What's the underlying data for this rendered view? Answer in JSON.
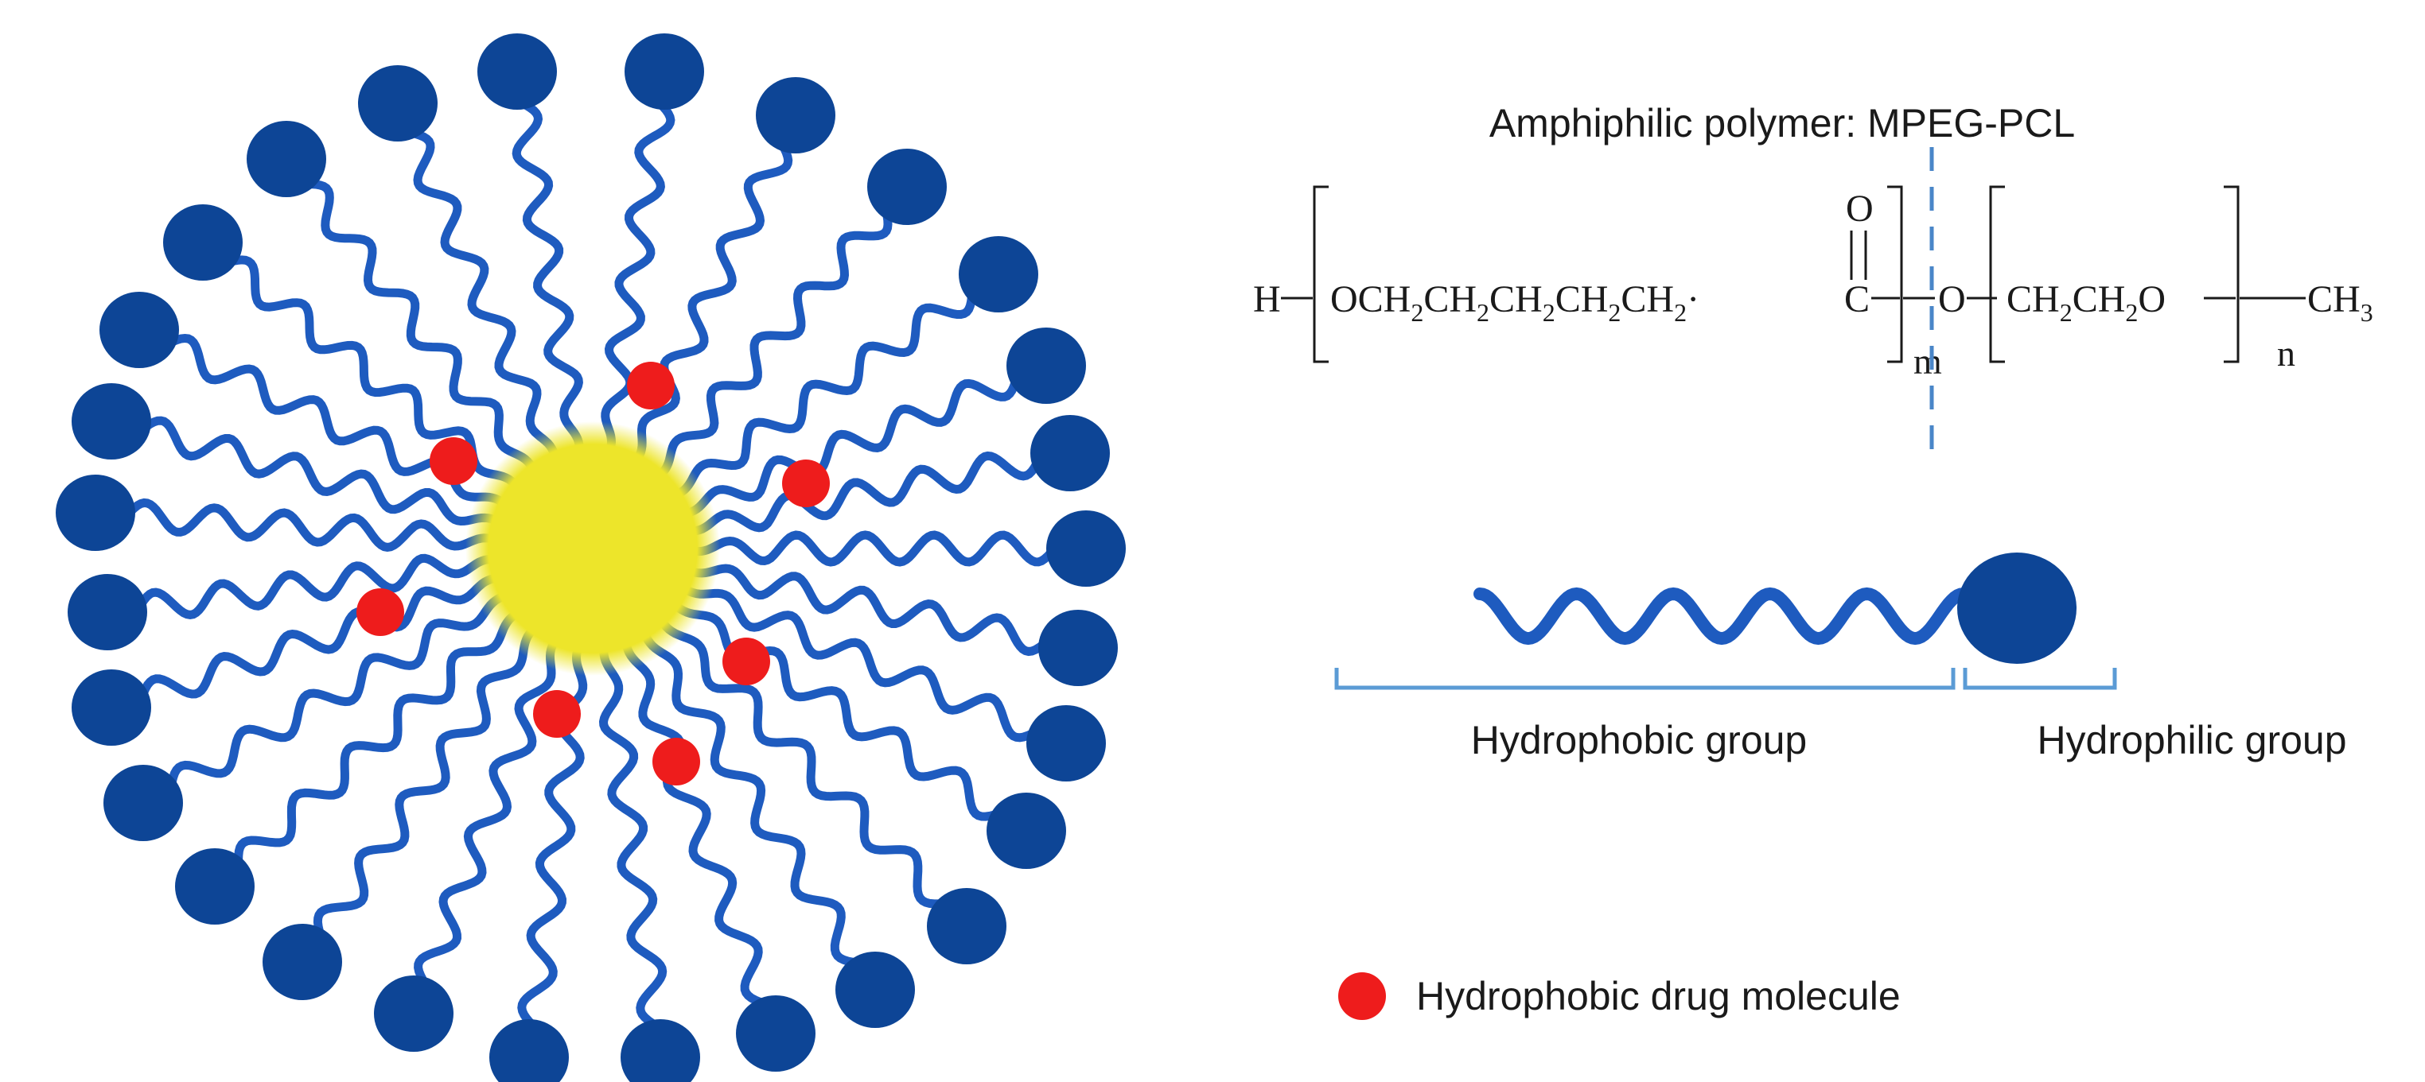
{
  "formula": {
    "title": "Amphiphilic polymer: MPEG-PCL",
    "h": "H",
    "pcl_unit": "OCH2CH2CH2CH2CH2",
    "carbonyl_c": "C",
    "carbonyl_o": "O",
    "subscript_m": "m",
    "ether_o": "O",
    "peg_unit": "CH2CH2O",
    "subscript_n": "n",
    "methyl": "CH3"
  },
  "segments": {
    "hydrophobic_label": "Hydrophobic group",
    "hydrophilic_label": "Hydrophilic group"
  },
  "legend": {
    "drug_label": "Hydrophobic drug molecule"
  },
  "colors": {
    "chain": "#1e5bbf",
    "head": "#0d4596",
    "core": "#ede52a",
    "drug": "#ee1c1c",
    "bracket": "#5b9bd5",
    "divider": "#4a86c8"
  }
}
